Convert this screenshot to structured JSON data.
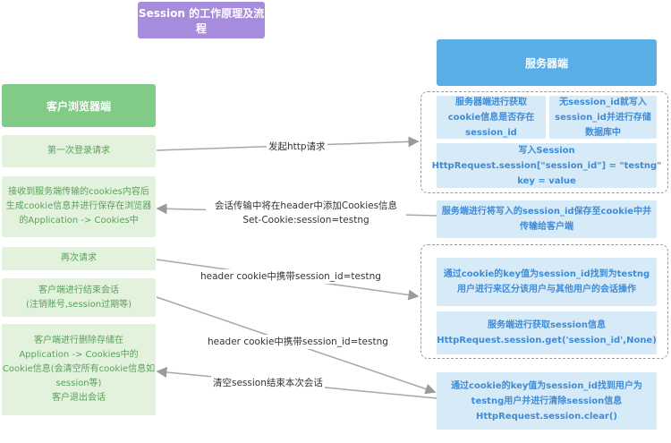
{
  "title": "Session 的工作原理及流程",
  "client": {
    "header": "客户浏览器端",
    "boxes": [
      "第一次登录请求",
      "接收到服务端传输的cookies内容后生成cookie信息并进行保存在浏览器的Application -> Cookies中",
      "再次请求",
      "客户端进行结束会话\n(注销账号,session过期等)",
      "客户端进行删除存储在\nApplication -> Cookies中的\nCookie信息(会清空所有cookie信息如\nsession等)\n客户退出会话"
    ]
  },
  "server": {
    "header": "服务器端",
    "boxes": [
      "服务器端进行获取cookie信息是否存在session_id",
      "无session_id就写入session_id并进行存储数据库中",
      "写入Session\nHttpRequest.session[\"session_id\"] = \"testng\"\nkey = value",
      "服务端进行将写入的session_id保存至cookie中并传输给客户端",
      "通过cookie的key值为session_id找到为testng用户进行来区分该用户与其他用户的会话操作",
      "服务端进行获取session信息\nHttpRequest.session.get('session_id',None)",
      "通过cookie的key值为session_id找到用户为testng用户并进行清除session信息\nHttpRequest.session.clear()"
    ]
  },
  "arrows": {
    "a1": "发起http请求",
    "a2": "会话传输中将在header中添加Cookies信息\nSet-Cookie:session=testng",
    "a3": "header cookie中携带session_id=testng",
    "a4": "header cookie中携带session_id=testng",
    "a5": "清空session结束本次会话"
  },
  "colors": {
    "title_bg": "#a78bdc",
    "client_header_bg": "#7fcb87",
    "client_box_bg": "#e2f2dd",
    "server_header_bg": "#5aaee6",
    "server_box_bg": "#d7eaf8"
  }
}
